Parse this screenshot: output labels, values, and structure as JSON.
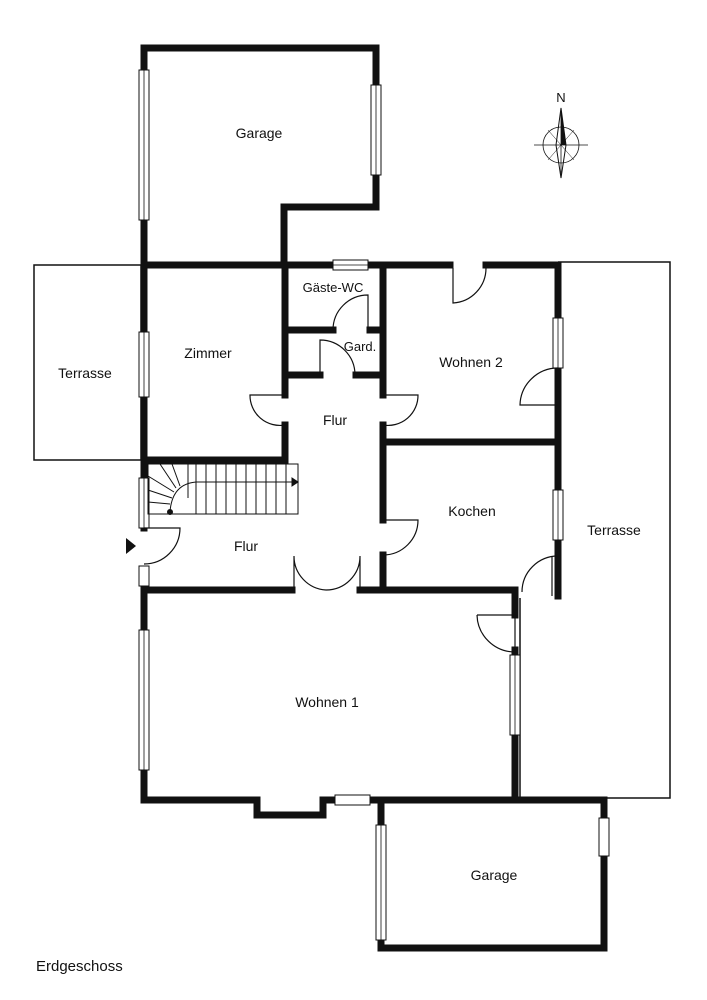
{
  "plan": {
    "floor_caption": "Erdgeschoss",
    "compass_label": "N",
    "rooms": {
      "garage_top": "Garage",
      "garage_bottom": "Garage",
      "terrace_left": "Terrasse",
      "terrace_right": "Terrasse",
      "zimmer": "Zimmer",
      "guest_wc": "Gäste-WC",
      "gard": "Gard.",
      "wohnen2": "Wohnen 2",
      "flur_upper": "Flur",
      "flur_lower": "Flur",
      "kochen": "Kochen",
      "wohnen1": "Wohnen 1"
    }
  }
}
